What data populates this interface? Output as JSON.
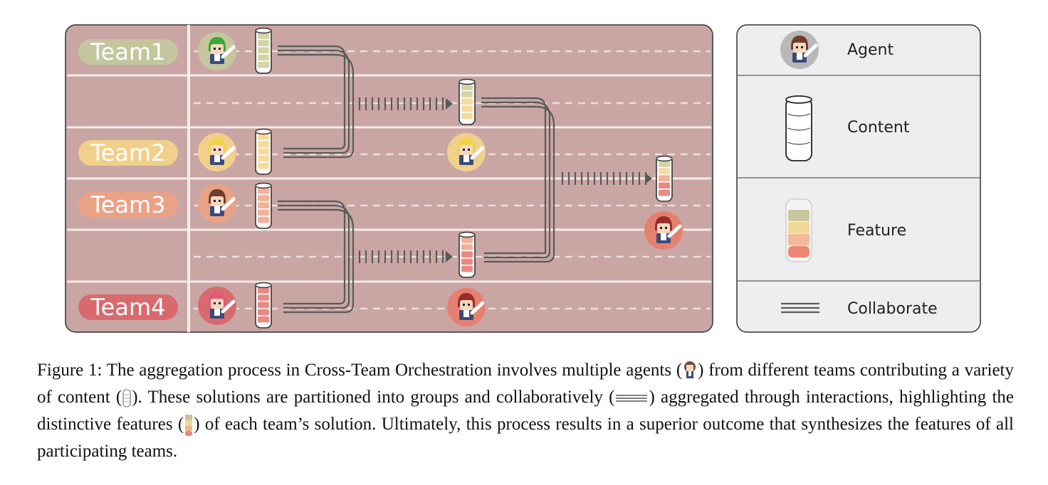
{
  "teams": [
    {
      "label": "Team1",
      "color": "#c4c69e"
    },
    {
      "label": "Team2",
      "color": "#f0d08a"
    },
    {
      "label": "Team3",
      "color": "#eaa286"
    },
    {
      "label": "Team4",
      "color": "#d86a6e"
    }
  ],
  "legend": {
    "agent": "Agent",
    "content": "Content",
    "feature": "Feature",
    "collaborate": "Collaborate"
  },
  "colors": {
    "panel_bg": "#c9a6a4",
    "legend_bg": "#eeeeee",
    "line": "#5a5a5a",
    "feature_band_1": "#c9c89c",
    "feature_band_2": "#f2d898",
    "feature_band_3": "#f3b79a",
    "feature_band_4": "#ee8473"
  },
  "caption": {
    "part1": "Figure 1: The aggregation process in Cross-Team Orchestration involves multiple agents (",
    "part2": ") from different teams contributing a variety of content (",
    "part3": "). These solutions are partitioned into groups and collaboratively (",
    "part4": ") aggregated through interactions, highlighting the distinctive features (",
    "part5": ") of each team’s solution. Ultimately, this process results in a superior outcome that synthesizes the features of all participating teams."
  }
}
